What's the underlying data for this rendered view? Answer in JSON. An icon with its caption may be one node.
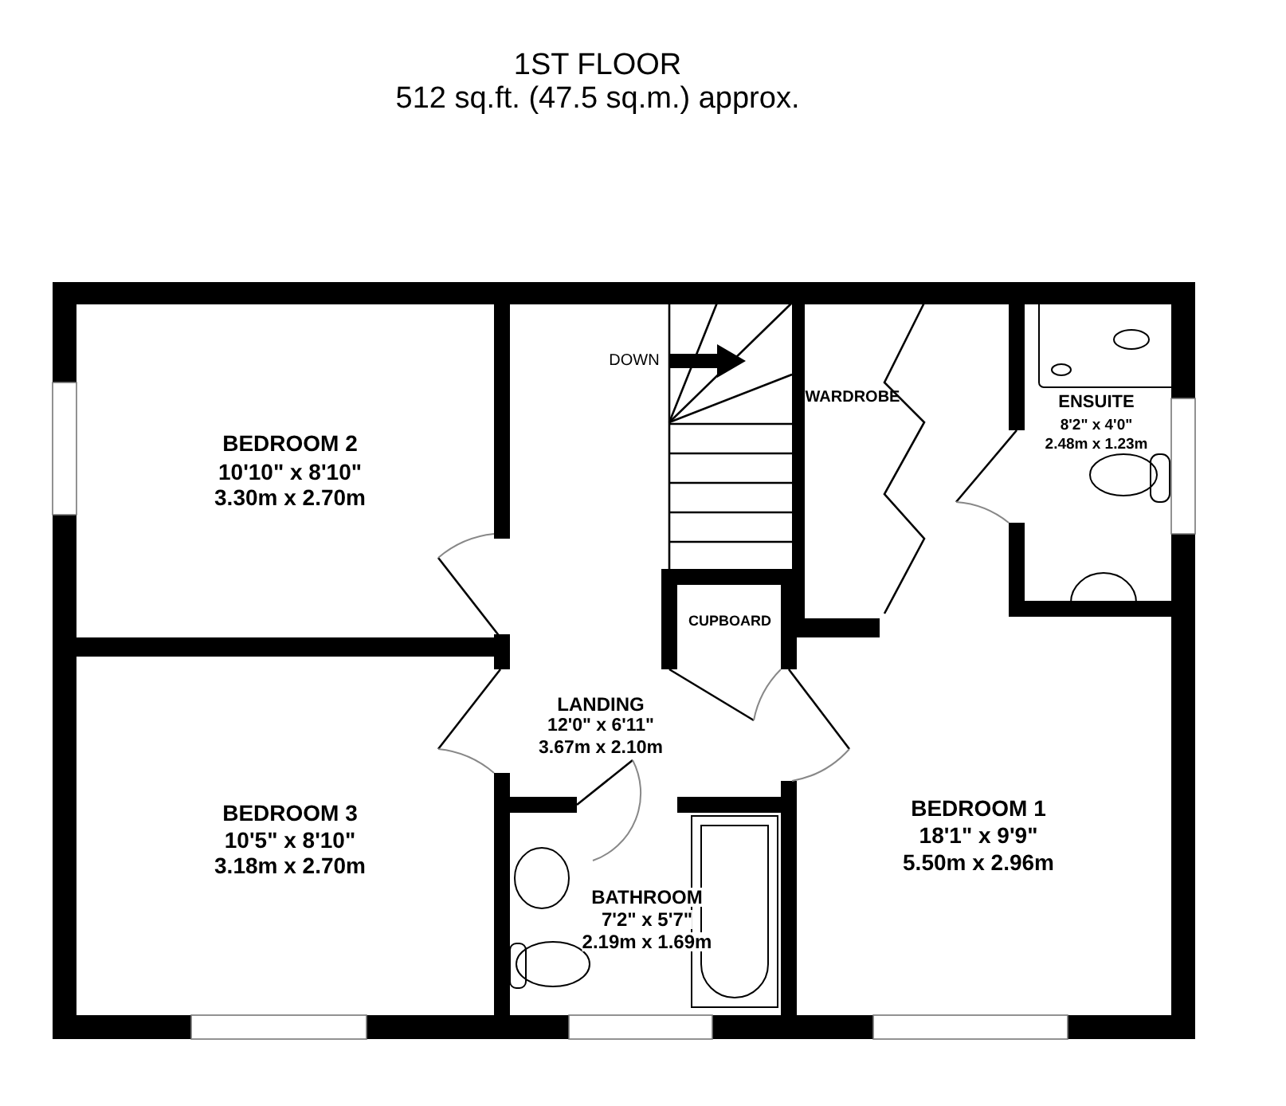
{
  "diagram": {
    "title": "1ST FLOOR",
    "labels": [
      "512 sq.ft. (47.5 sq.m.) approx.",
      "DOWN",
      "BEDROOM 2",
      "10'10\" x 8'10\"",
      "3.30m x 2.70m",
      "WARDROBE",
      "ENSUITE",
      "8'2\" x 4'0\"",
      "2.48m x 1.23m",
      "CUPBOARD",
      "LANDING",
      "12'0\" x 6'11\"",
      "3.67m x 2.10m",
      "BEDROOM 3",
      "10'5\" x 8'10\"",
      "3.18m x 2.70m",
      "BEDROOM 1",
      "18'1\" x 9'9\"",
      "5.50m x 2.96m",
      "BATHROOM",
      "7'2\" x 5'7\"",
      "2.19m x 1.69m"
    ]
  }
}
